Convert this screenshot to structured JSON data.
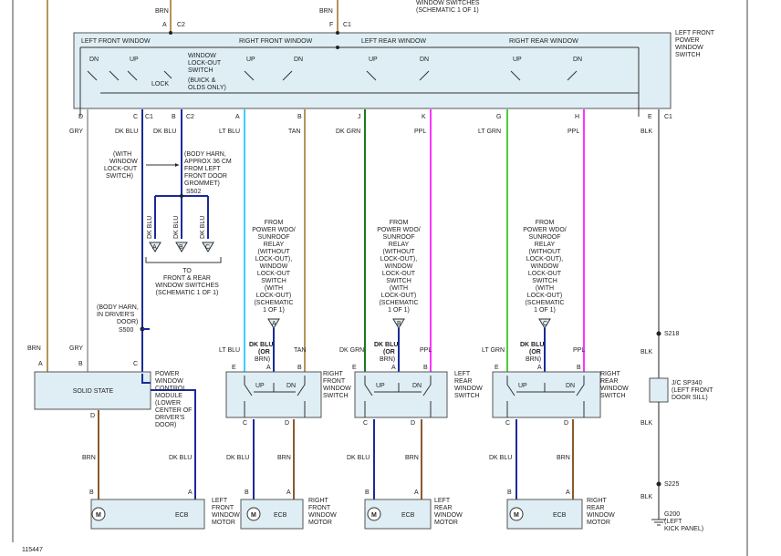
{
  "page": {
    "figure_id": "115447"
  },
  "top": {
    "brn_left": "BRN",
    "a": "A",
    "c2": "C2",
    "brn_right": "BRN",
    "f": "F",
    "c1": "C1",
    "cut_text": "WINDOW SWITCHES",
    "schematic_ref": "(SCHEMATIC 1 OF 1)"
  },
  "master_switch": {
    "name_lines": [
      "LEFT FRONT",
      "POWER",
      "WINDOW",
      "SWITCH"
    ],
    "sections": [
      "LEFT FRONT WINDOW",
      "RIGHT FRONT WINDOW",
      "LEFT REAR WINDOW",
      "RIGHT REAR WINDOW"
    ],
    "dn": "DN",
    "up": "UP",
    "lock": "LOCK",
    "lockout_lines": [
      "WINDOW",
      "LOCK-OUT",
      "SWITCH",
      "(BUICK &",
      "OLDS ONLY)"
    ]
  },
  "pins_row": [
    {
      "pin": "D",
      "wire": "GRY"
    },
    {
      "pin": "C",
      "conn": "C1",
      "wire": "DK BLU"
    },
    {
      "pin": "B",
      "conn": "C2",
      "wire": "DK BLU"
    },
    {
      "pin": "A",
      "wire": "LT BLU"
    },
    {
      "pin": "B",
      "wire": "TAN"
    },
    {
      "pin": "J",
      "wire": "DK GRN"
    },
    {
      "pin": "K",
      "wire": "PPL"
    },
    {
      "pin": "G",
      "wire": "LT GRN"
    },
    {
      "pin": "H",
      "wire": "PPL"
    },
    {
      "pin": "E",
      "conn": "C1",
      "wire": "BLK"
    }
  ],
  "notes": {
    "with_lockout": [
      "(WITH",
      "WINDOW",
      "LOCK-OUT",
      "SWITCH)"
    ],
    "body_harn": [
      "(BODY HARN,",
      "APPROX 36 CM",
      "FROM LEFT",
      "FRONT DOOR",
      "GROMMET)"
    ],
    "s502": "S502",
    "branch_wire": "DK BLU",
    "branch_letters": [
      "A",
      "B",
      "C"
    ],
    "to_lines": [
      "TO",
      "FRONT & REAR",
      "WINDOW SWITCHES",
      "(SCHEMATIC 1 OF 1)"
    ],
    "drivers_door": [
      "(BODY HARN,",
      "IN DRIVER'S",
      "DOOR)"
    ],
    "s500": "S500"
  },
  "relay_notes": {
    "rf": [
      "FROM",
      "POWER WDO/",
      "SUNROOF",
      "RELAY",
      "(WITHOUT",
      "LOCK-OUT),",
      "WINDOW",
      "LOCK-OUT",
      "SWITCH",
      "(WITH",
      "LOCK-OUT)",
      "(SCHEMATIC",
      "1 OF 1)"
    ],
    "lr": [
      "FROM",
      "POWER WDO/",
      "SUNROOF",
      "RELAY",
      "(WITHOUT",
      "LOCK-OUT),",
      "WINDOW",
      "LOCK-OUT",
      "SWITCH",
      "(WITH",
      "LOCK-OUT)",
      "(SCHEMATIC",
      "1 OF 1)"
    ],
    "rr": [
      "FROM",
      "POWER WDO/",
      "SUNROOF",
      "RELAY",
      "(WITHOUT",
      "LOCK-OUT),",
      "WINDOW",
      "LOCK-OUT",
      "SWITCH",
      "(WITH",
      "LOCK-OUT)",
      "(SCHEMATIC",
      "1 OF 1)"
    ],
    "letters": [
      "A",
      "B",
      "C"
    ],
    "dkblu": "DK BLU",
    "or": "(OR",
    "brn": "BRN)"
  },
  "module": {
    "brn": "BRN",
    "gry": "GRY",
    "dkblu": "DK BLU",
    "pins": [
      "A",
      "B",
      "C",
      "D"
    ],
    "solid_state": "SOLID STATE",
    "name_lines": [
      "POWER",
      "WINDOW",
      "CONTROL",
      "MODULE",
      "(LOWER",
      "CENTER OF",
      "DRIVER'S",
      "DOOR)"
    ]
  },
  "switches": {
    "rf": {
      "wires": [
        "LT BLU",
        "TAN"
      ],
      "pins": [
        "E",
        "A",
        "B"
      ],
      "name_lines": [
        "RIGHT",
        "FRONT",
        "WINDOW",
        "SWITCH"
      ]
    },
    "lr": {
      "wires": [
        "DK GRN",
        "PPL"
      ],
      "pins": [
        "E",
        "A",
        "B"
      ],
      "name_lines": [
        "LEFT",
        "REAR",
        "WINDOW",
        "SWITCH"
      ]
    },
    "rr": {
      "wires": [
        "LT GRN",
        "PPL"
      ],
      "pins": [
        "E",
        "A",
        "B"
      ],
      "name_lines": [
        "RIGHT",
        "REAR",
        "WINDOW",
        "SWITCH"
      ]
    },
    "up": "UP",
    "dn": "DN",
    "c": "C",
    "d": "D"
  },
  "motors": {
    "lf": {
      "wires": [
        "BRN",
        "DK BLU"
      ],
      "pins": [
        "B",
        "A"
      ],
      "name_lines": [
        "LEFT",
        "FRONT",
        "WINDOW",
        "MOTOR"
      ]
    },
    "rf": {
      "wires": [
        "DK BLU",
        "BRN"
      ],
      "pins": [
        "B",
        "A"
      ],
      "name_lines": [
        "RIGHT",
        "FRONT",
        "WINDOW",
        "MOTOR"
      ]
    },
    "lr": {
      "wires": [
        "DK BLU",
        "BRN"
      ],
      "pins": [
        "B",
        "A"
      ],
      "name_lines": [
        "LEFT",
        "REAR",
        "WINDOW",
        "MOTOR"
      ]
    },
    "rr": {
      "wires": [
        "DK BLU",
        "BRN"
      ],
      "pins": [
        "B",
        "A"
      ],
      "name_lines": [
        "RIGHT",
        "REAR",
        "WINDOW",
        "MOTOR"
      ]
    },
    "m": "M",
    "ecb": "ECB"
  },
  "ground": {
    "s218": "S218",
    "blk1": "BLK",
    "jc_lines": [
      "J/C SP340",
      "(LEFT FRONT",
      "DOOR SILL)"
    ],
    "blk2": "BLK",
    "s225": "S225",
    "blk3": "BLK",
    "g200_lines": [
      "G200",
      "(LEFT",
      "KICK PANEL)"
    ]
  },
  "colors": {
    "box_fill": "#dfeef5",
    "brn": "#8b5a2b",
    "tan": "#b8935a",
    "dk_blu": "#1a2a9a",
    "lt_blu": "#3ad0ff",
    "dk_grn": "#1e7a1e",
    "lt_grn": "#4ccf3a",
    "ppl": "#ff33ff",
    "gry": "#b0b0b0",
    "blk": "#222222"
  }
}
